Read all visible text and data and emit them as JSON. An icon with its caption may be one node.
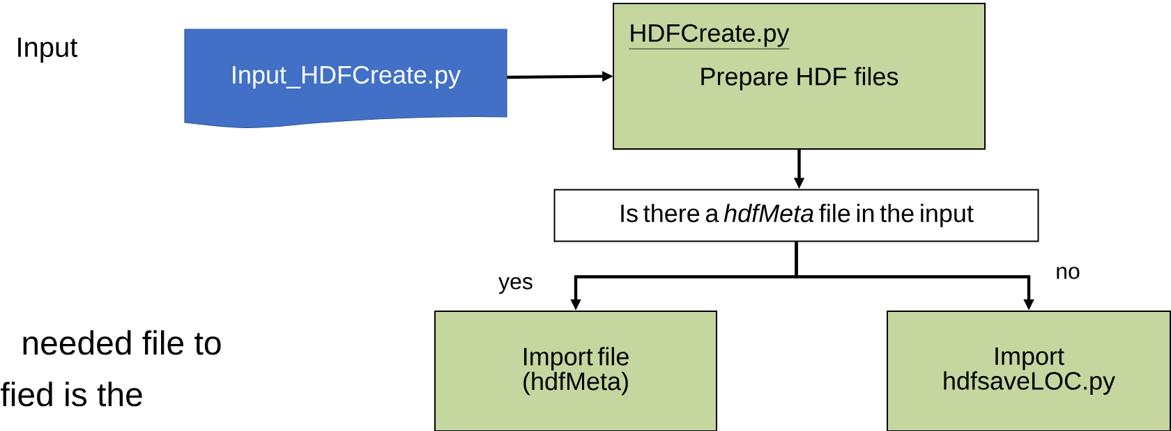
{
  "diagram": {
    "nodes": [
      {
        "text": [
          "Input_HDFCreate.py"
        ]
      },
      {
        "text": [
          "HDFCreate.py",
          "Prepare HDF files"
        ]
      },
      {
        "text": [
          "Is there a *hdfMeta* file in the input"
        ]
      },
      {
        "text": [
          "Import file (hdfMeta)"
        ]
      },
      {
        "text": [
          "Import hdfsaveLOC.py"
        ]
      }
    ],
    "edges": [
      {
        "from": 0,
        "to": 1,
        "arrow": "to"
      },
      {
        "from": 1,
        "to": 2,
        "arrow": "to"
      },
      {
        "from": 2,
        "to": 3,
        "arrow": "to",
        "label": "yes"
      },
      {
        "from": 2,
        "to": 4,
        "arrow": "to",
        "label": "no"
      }
    ],
    "labels": [
      "Input",
      "needed file to",
      "fied is the"
    ]
  }
}
